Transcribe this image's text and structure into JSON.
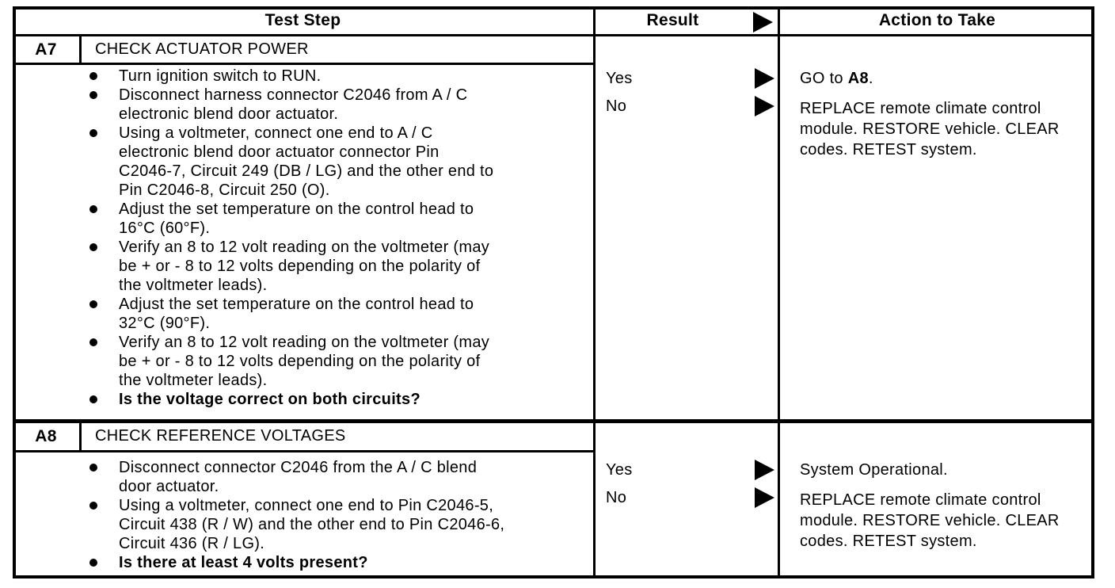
{
  "table": {
    "columns": {
      "test_step": "Test Step",
      "result": "Result",
      "action": "Action to Take"
    }
  },
  "rows": [
    {
      "id": "A7",
      "title": "CHECK ACTUATOR POWER",
      "steps": [
        "Turn ignition switch to RUN.",
        "Disconnect harness connector C2046 from A / C\nelectronic blend door actuator.",
        "Using a voltmeter, connect one end to A / C\nelectronic blend door actuator connector Pin\nC2046-7, Circuit 249 (DB / LG) and the other end to\nPin C2046-8, Circuit 250 (O).",
        "Adjust the set temperature on the control head to\n16°C (60°F).",
        "Verify an 8 to 12 volt reading on the voltmeter (may\nbe + or - 8 to 12 volts depending on the polarity of\nthe voltmeter leads).",
        "Adjust the set temperature on the control head to\n32°C (90°F).",
        "Verify an 8 to 12 volt reading on the voltmeter (may\nbe + or - 8 to 12 volts depending on the polarity of\nthe voltmeter leads)."
      ],
      "question": "Is the voltage correct on both circuits?",
      "results": [
        {
          "label": "Yes",
          "action_prefix": "GO to ",
          "action_bold": "A8",
          "action_suffix": "."
        },
        {
          "label": "No",
          "action": "REPLACE remote climate control\nmodule. RESTORE vehicle. CLEAR\ncodes. RETEST system."
        }
      ]
    },
    {
      "id": "A8",
      "title": "CHECK REFERENCE VOLTAGES",
      "steps": [
        "Disconnect connector C2046 from the A / C blend\ndoor actuator.",
        "Using a voltmeter, connect one end to Pin C2046-5,\nCircuit 438 (R / W) and the other end to Pin C2046-6,\nCircuit 436 (R / LG)."
      ],
      "question": "Is there at least 4 volts present?",
      "results": [
        {
          "label": "Yes",
          "action": "System Operational."
        },
        {
          "label": "No",
          "action": "REPLACE remote climate control\nmodule. RESTORE vehicle. CLEAR\ncodes. RETEST system."
        }
      ]
    }
  ],
  "icons": {
    "result_arrow": "right-filled-triangle",
    "bullet": "filled-circle"
  },
  "colors": {
    "ink": "#000000",
    "paper": "#ffffff"
  }
}
